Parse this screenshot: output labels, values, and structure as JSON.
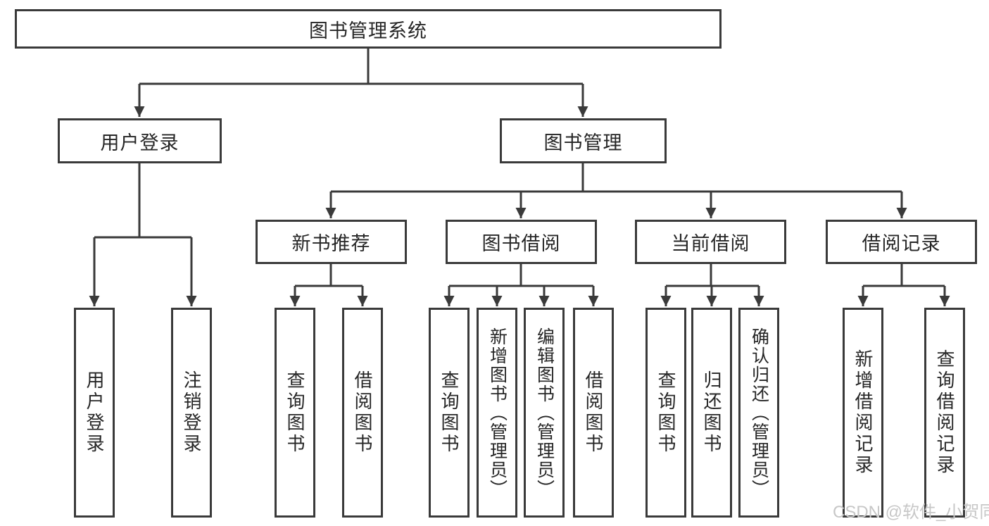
{
  "diagram_type": "hierarchy-tree",
  "colors": {
    "line": "#3a3a3a",
    "box_border": "#3a3a3a",
    "text": "#262626",
    "background": "#ffffff",
    "watermark": "#c7c7c7"
  },
  "tree": {
    "label": "图书管理系统",
    "children": [
      {
        "label": "用户登录",
        "children": [
          {
            "label": "用户登录"
          },
          {
            "label": "注销登录"
          }
        ]
      },
      {
        "label": "图书管理",
        "children": [
          {
            "label": "新书推荐",
            "children": [
              {
                "label": "查询图书"
              },
              {
                "label": "借阅图书"
              }
            ]
          },
          {
            "label": "图书借阅",
            "children": [
              {
                "label": "查询图书"
              },
              {
                "label": "新增图书（管理员）"
              },
              {
                "label": "编辑图书（管理员）"
              },
              {
                "label": "借阅图书"
              }
            ]
          },
          {
            "label": "当前借阅",
            "children": [
              {
                "label": "查询图书"
              },
              {
                "label": "归还图书"
              },
              {
                "label": "确认归还（管理员）"
              }
            ]
          },
          {
            "label": "借阅记录",
            "children": [
              {
                "label": "新增借阅记录"
              },
              {
                "label": "查询借阅记录"
              }
            ]
          }
        ]
      }
    ]
  },
  "watermark": {
    "text": "CSDN @软件_小贺同学"
  }
}
